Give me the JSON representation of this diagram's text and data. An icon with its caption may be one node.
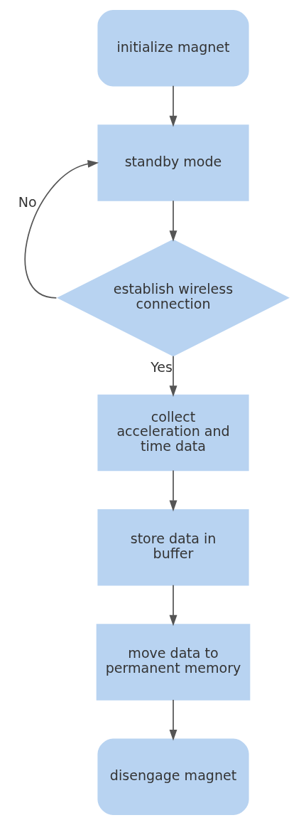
{
  "diagram": {
    "nodes": [
      {
        "text": [
          "initialize magnet"
        ]
      },
      {
        "text": [
          "standby mode"
        ]
      },
      {
        "text": [
          "establish wireless connection"
        ]
      },
      {
        "text": [
          "collect acceleration and time data"
        ]
      },
      {
        "text": [
          "store data in buffer"
        ]
      },
      {
        "text": [
          "move data to permanent memory"
        ]
      },
      {
        "text": [
          "disengage magnet"
        ]
      }
    ],
    "edges": [
      {
        "from": 0,
        "to": 1,
        "arrow": "to"
      },
      {
        "from": 1,
        "to": 2,
        "arrow": "to"
      },
      {
        "from": 2,
        "to": 1,
        "arrow": "to",
        "label": "No"
      },
      {
        "from": 2,
        "to": 3,
        "arrow": "to",
        "label": "Yes"
      },
      {
        "from": 3,
        "to": 4,
        "arrow": "to"
      },
      {
        "from": 4,
        "to": 5,
        "arrow": "to"
      },
      {
        "from": 5,
        "to": 6,
        "arrow": "to"
      }
    ]
  }
}
